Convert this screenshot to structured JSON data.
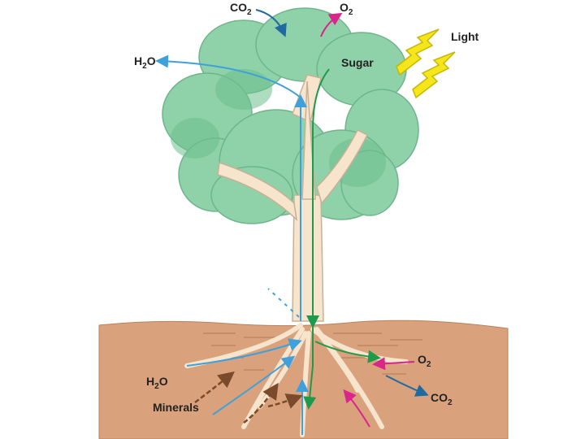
{
  "labels": {
    "co2_top": {
      "text": "CO",
      "sub": "2"
    },
    "o2_top": {
      "text": "O",
      "sub": "2"
    },
    "h2o_top": {
      "text": "H",
      "sub": "2",
      "after": "O"
    },
    "light": "Light",
    "sugar": "Sugar",
    "o2_bottom": {
      "text": "O",
      "sub": "2"
    },
    "co2_bottom": {
      "text": "CO",
      "sub": "2"
    },
    "h2o_bottom": {
      "text": "H",
      "sub": "2",
      "after": "O"
    },
    "minerals": "Minerals"
  },
  "colors": {
    "water_flow": "#3fa0dc",
    "sugar_flow": "#1f9a4a",
    "oxygen": "#d9268a",
    "carbon_dioxide": "#1f6aa0",
    "minerals": "#7a4a2a",
    "light": "#f5e61c",
    "foliage": "#8fd1a8",
    "trunk": "#f6e4cc",
    "soil": "#d9a27d"
  }
}
